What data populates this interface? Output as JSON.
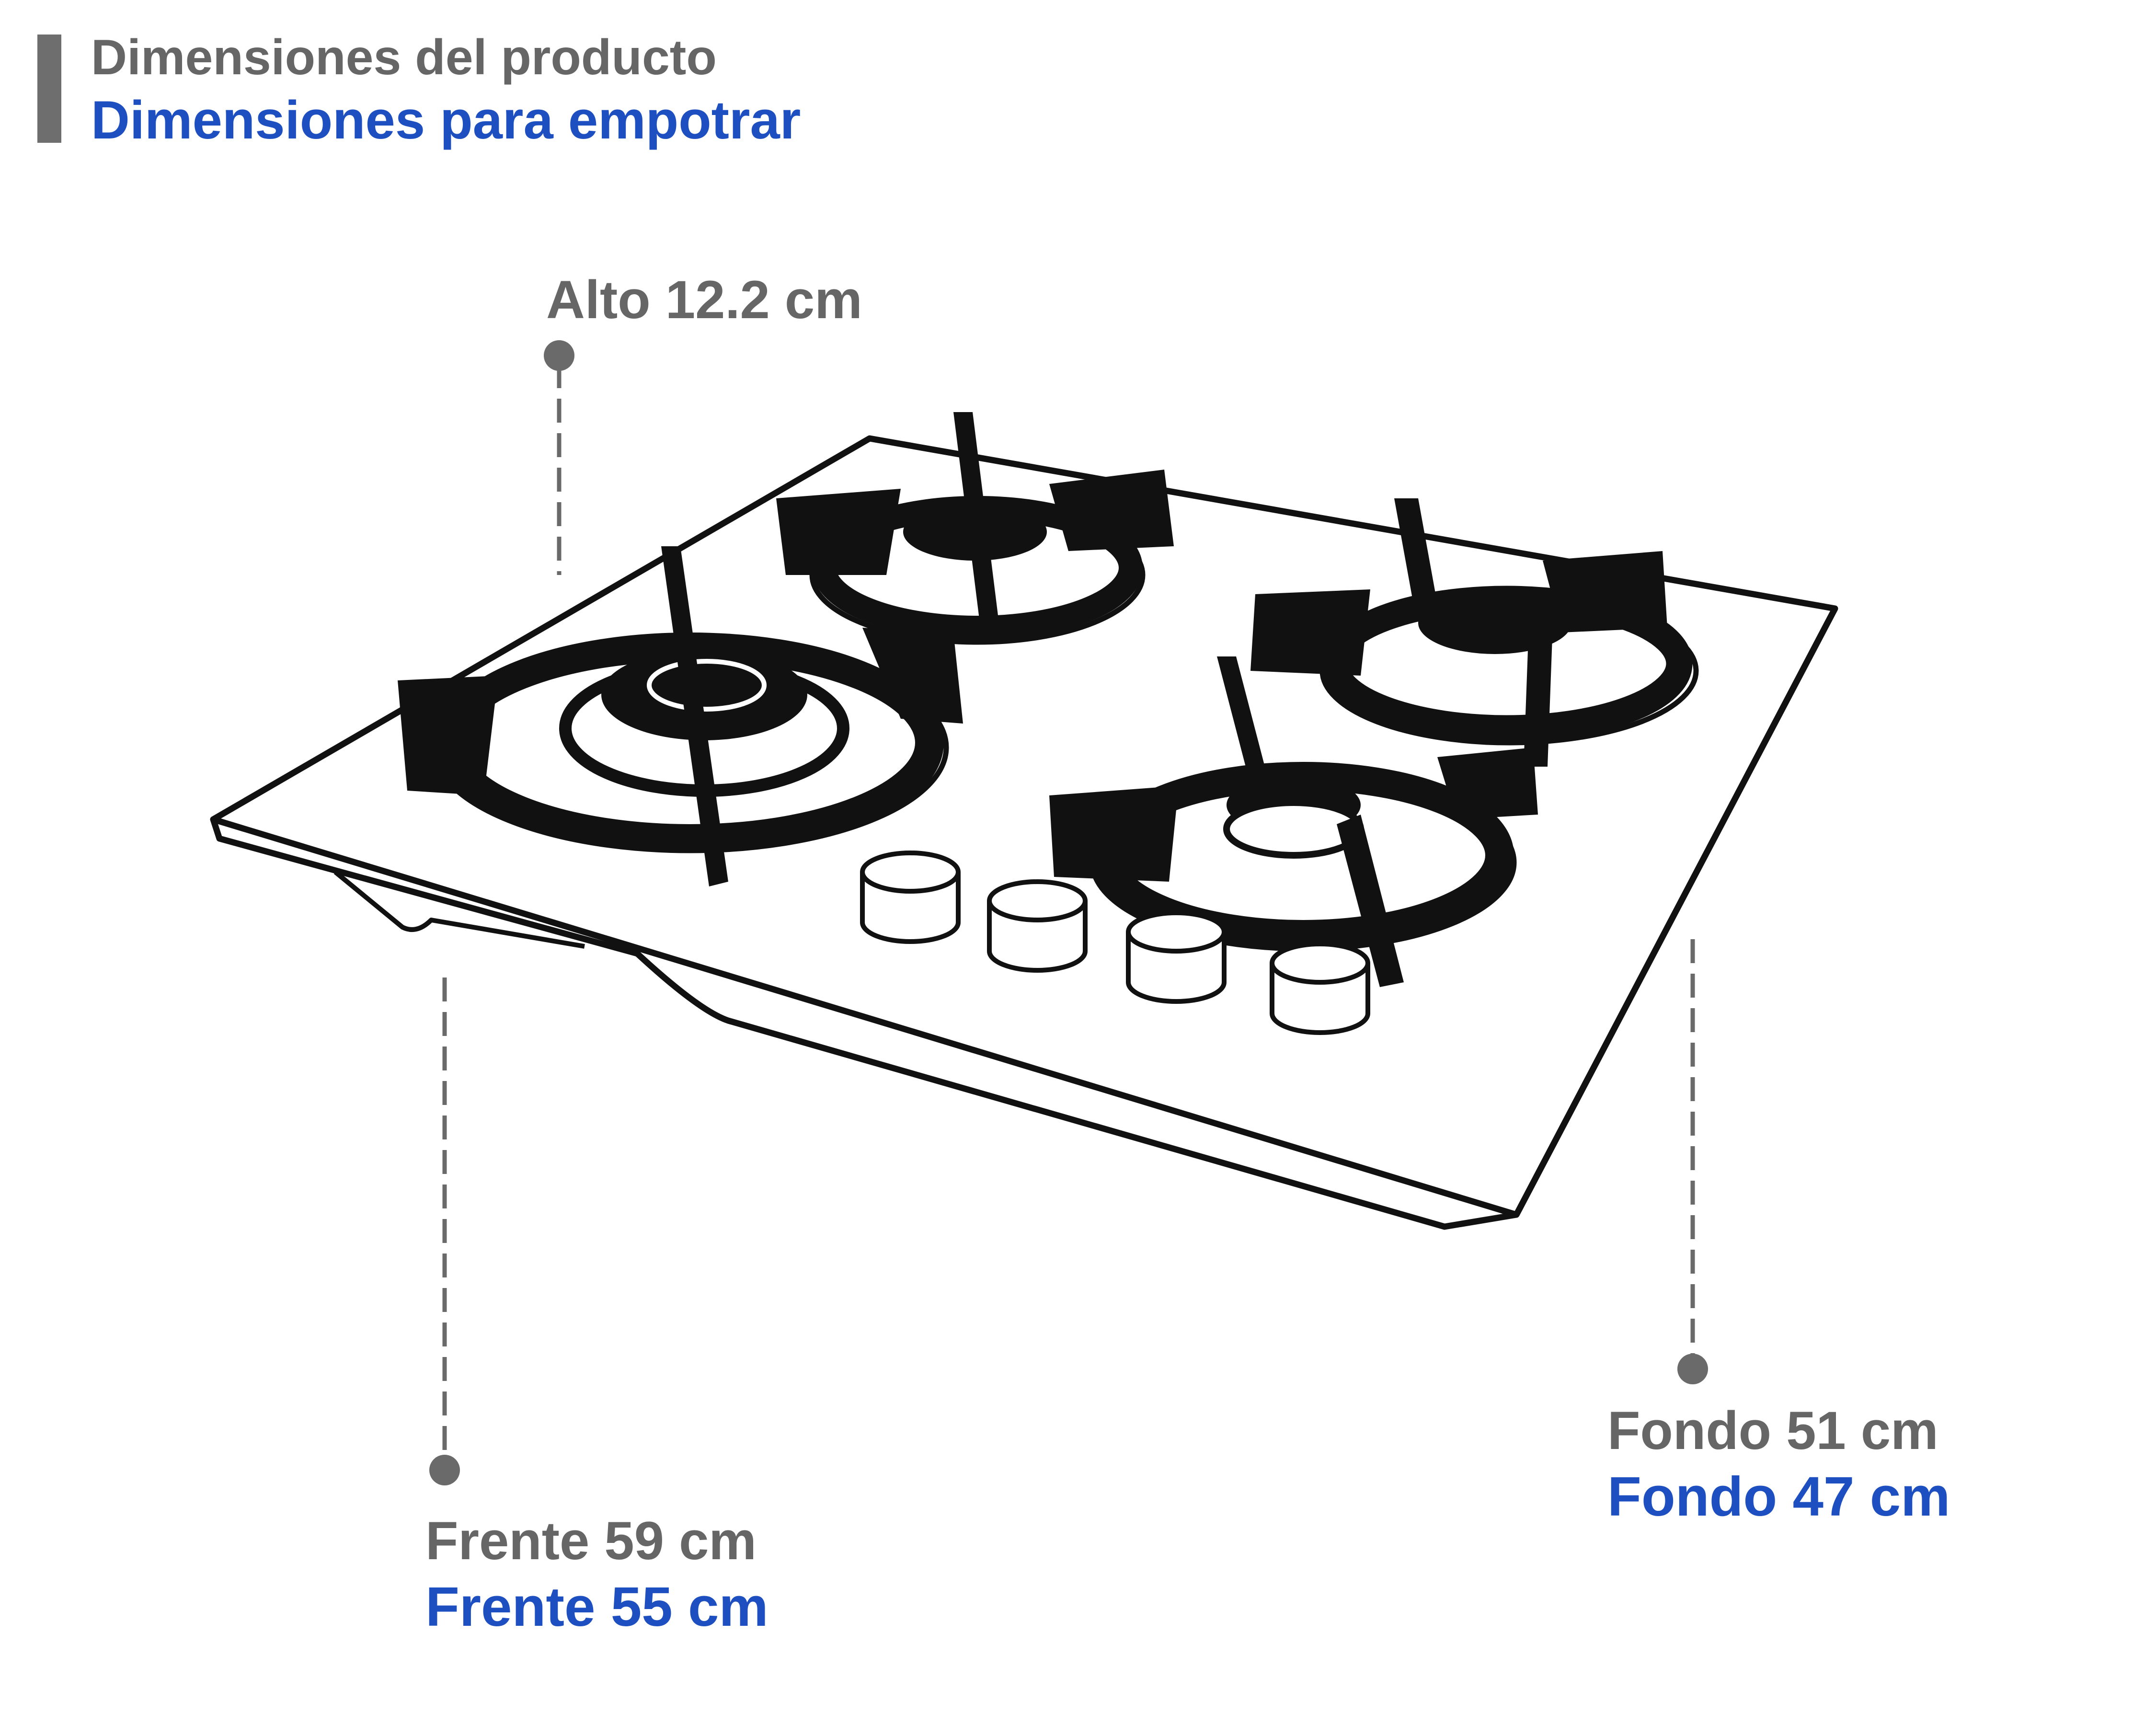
{
  "legend": {
    "product_label": "Dimensiones del producto",
    "builtin_label": "Dimensiones para empotrar",
    "product_color": "#666666",
    "builtin_color": "#1e4fc0"
  },
  "dimensions": {
    "alto": "Alto 12.2 cm",
    "frente_producto": "Frente 59 cm",
    "frente_empotrar": "Frente 55 cm",
    "fondo_producto": "Fondo 51 cm",
    "fondo_empotrar": "Fondo 47 cm"
  },
  "cooktop": {
    "burner_count": 4,
    "knob_count": 4
  }
}
